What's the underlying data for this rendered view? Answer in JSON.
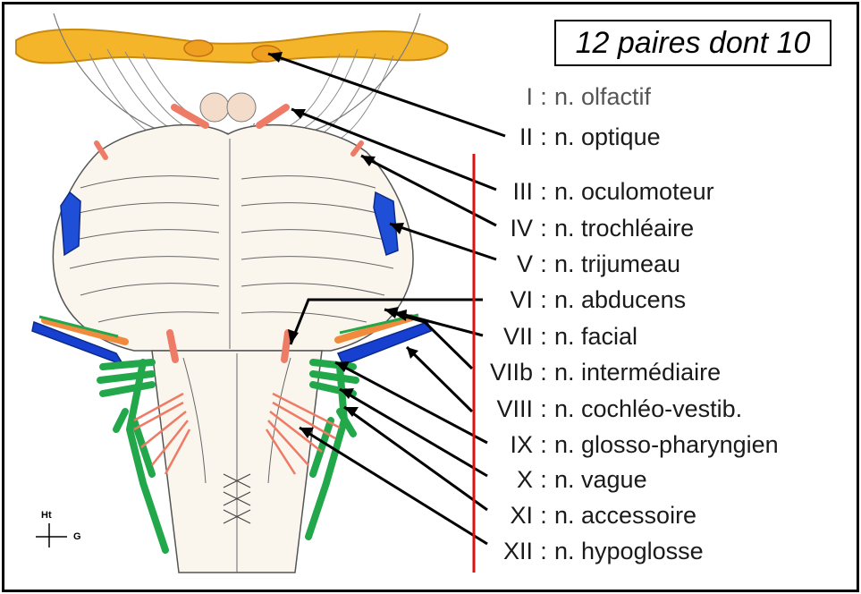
{
  "title": "12 paires dont 10",
  "nerves": [
    {
      "num": "I",
      "sep": ":",
      "name": "n. olfactif"
    },
    {
      "num": "II",
      "sep": ":",
      "name": "n. optique"
    },
    {
      "num": "III",
      "sep": ":",
      "name": "n. oculomoteur"
    },
    {
      "num": "IV",
      "sep": ":",
      "name": "n. trochléaire"
    },
    {
      "num": "V",
      "sep": ":",
      "name": "n. trijumeau"
    },
    {
      "num": "VI",
      "sep": ":",
      "name": "n. abducens"
    },
    {
      "num": "VII",
      "sep": ":",
      "name": "n. facial"
    },
    {
      "num": "VIIb",
      "sep": ":",
      "name": "n. intermédiaire"
    },
    {
      "num": "VIII",
      "sep": ":",
      "name": "n. cochléo-vestib."
    },
    {
      "num": "IX",
      "sep": ":",
      "name": "n. glosso-pharyngien"
    },
    {
      "num": "X",
      "sep": ":",
      "name": "n. vague"
    },
    {
      "num": "XI",
      "sep": ":",
      "name": "n. accessoire"
    },
    {
      "num": "XII",
      "sep": ":",
      "name": "n. hypoglosse"
    }
  ],
  "orientation": {
    "up": "Ht",
    "side": "G"
  },
  "colors": {
    "optic": "#f5b52a",
    "trigeminal": "#1f4fd6",
    "facial": "#f08a3c",
    "cochleo": "#1840d0",
    "vagal_group": "#22a84a",
    "motor": "#ee7b66",
    "separator": "#e01010"
  }
}
